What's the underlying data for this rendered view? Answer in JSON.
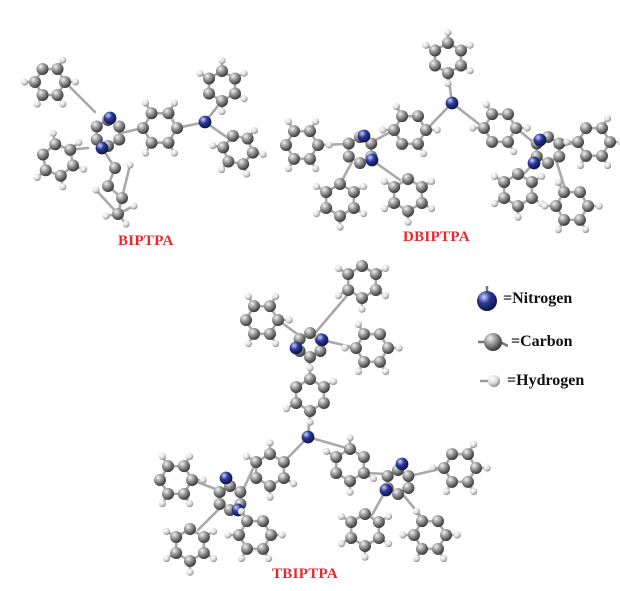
{
  "figure": {
    "molecules": [
      {
        "id": "biptpa",
        "label": "BIPTPA"
      },
      {
        "id": "dbiptpa",
        "label": "DBIPTPA"
      },
      {
        "id": "tbiptpa",
        "label": "TBIPTPA"
      }
    ],
    "legend": {
      "nitrogen": {
        "text": "=Nitrogen",
        "icon": "nitrogen-atom-icon"
      },
      "carbon": {
        "text": "=Carbon",
        "icon": "carbon-atom-icon"
      },
      "hydrogen": {
        "text": "=Hydrogen",
        "icon": "hydrogen-atom-icon"
      }
    },
    "colors": {
      "label": "#e8262b",
      "nitrogen": "#2b3a9a",
      "carbon": "#8a8a8a",
      "hydrogen": "#e6e6e6",
      "bond": "#a9a9a9"
    }
  }
}
